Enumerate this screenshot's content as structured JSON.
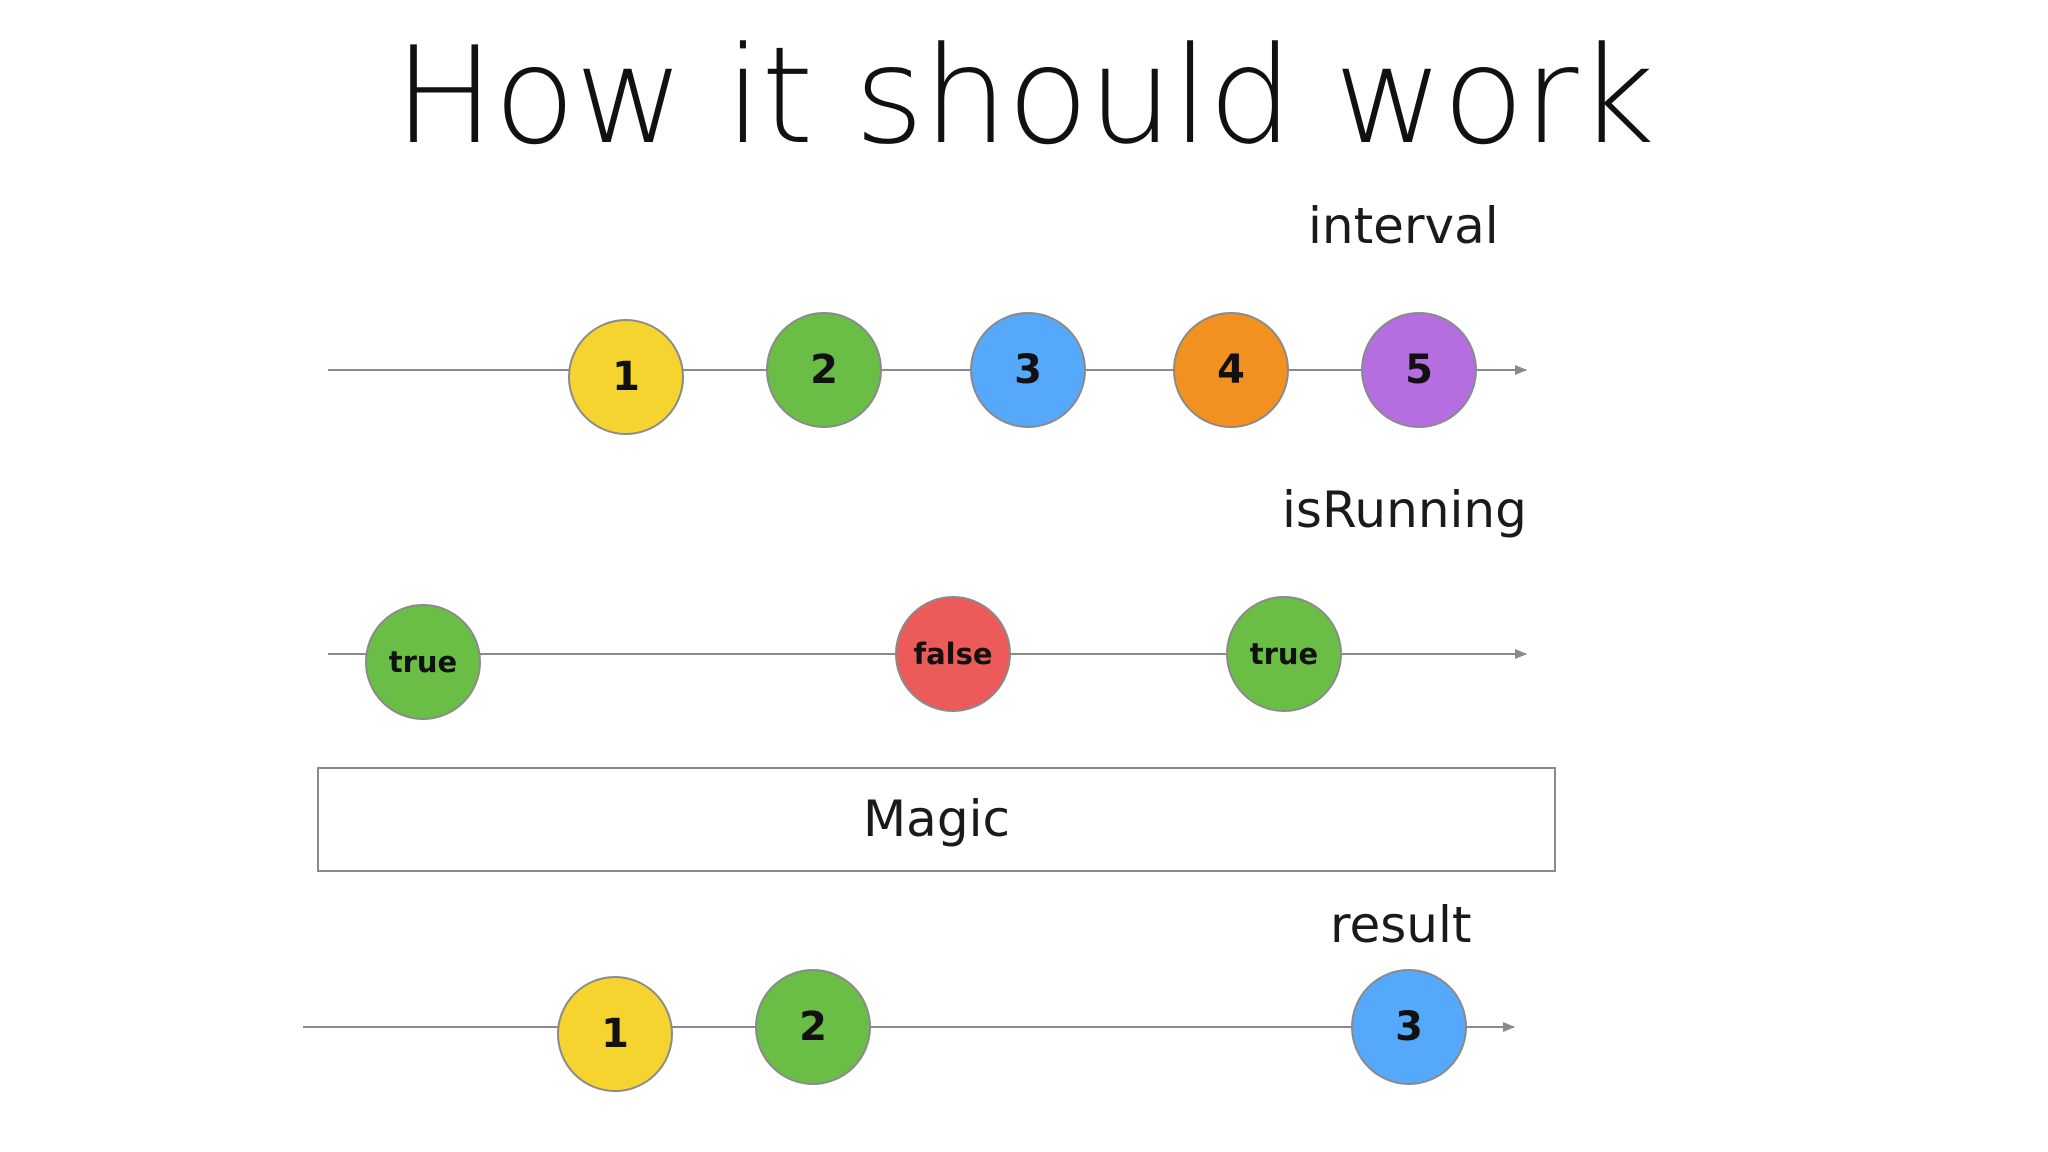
{
  "title": "How it should work",
  "streams": [
    {
      "label": "interval",
      "marbles": [
        {
          "text": "1",
          "color": "#f5d430"
        },
        {
          "text": "2",
          "color": "#6bbe45"
        },
        {
          "text": "3",
          "color": "#55a8fa"
        },
        {
          "text": "4",
          "color": "#f29120"
        },
        {
          "text": "5",
          "color": "#b46ee0"
        }
      ]
    },
    {
      "label": "isRunning",
      "marbles": [
        {
          "text": "true",
          "color": "#6bbe45"
        },
        {
          "text": "false",
          "color": "#ec5a5a"
        },
        {
          "text": "true",
          "color": "#6bbe45"
        }
      ]
    },
    {
      "label": "result",
      "marbles": [
        {
          "text": "1",
          "color": "#f5d430"
        },
        {
          "text": "2",
          "color": "#6bbe45"
        },
        {
          "text": "3",
          "color": "#55a8fa"
        }
      ]
    }
  ],
  "operator": {
    "label": "Magic"
  },
  "colors": {
    "timeline": "#8a8a8a",
    "marble_outline": "#8a8a8a"
  }
}
